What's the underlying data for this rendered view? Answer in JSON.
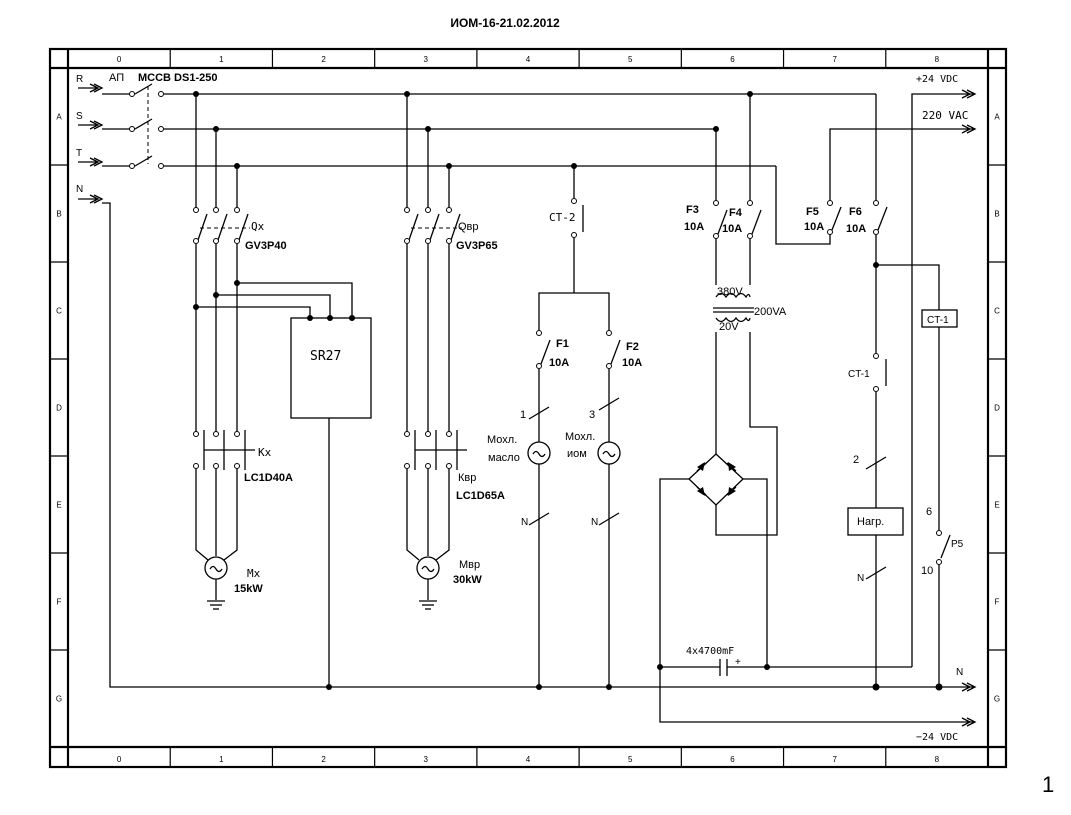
{
  "document_title": "ИОМ-16-21.02.2012",
  "page_number": "1",
  "frame": {
    "columns": [
      "0",
      "1",
      "2",
      "3",
      "4",
      "5",
      "6",
      "7",
      "8"
    ],
    "rows": [
      "A",
      "B",
      "C",
      "D",
      "E",
      "F",
      "G"
    ]
  },
  "inputs": {
    "phase_r": "R",
    "phase_s": "S",
    "phase_t": "T",
    "neutral": "N",
    "breaker_ref": "АП",
    "breaker_model": "MCCB DS1-250"
  },
  "outputs": {
    "plus24": "+24 VDC",
    "ac220": "220 VAC",
    "neutral": "N",
    "minus24": "−24 VDC"
  },
  "motor_x": {
    "breaker_ref": "Qx",
    "breaker_model": "GV3P40",
    "contactor_ref": "Kx",
    "contactor_model": "LC1D40A",
    "motor_ref": "Mx",
    "motor_power": "15kW"
  },
  "relay": {
    "label": "SR27"
  },
  "motor_vr": {
    "breaker_ref": "Qвр",
    "breaker_model": "GV3P65",
    "contactor_ref": "Квр",
    "contactor_model": "LC1D65A",
    "motor_ref": "Мвр",
    "motor_power": "30kW"
  },
  "fans": {
    "contact_ref": "CT-2",
    "f1_ref": "F1",
    "f1_rating": "10A",
    "f2_ref": "F2",
    "f2_rating": "10A",
    "wire1": "1",
    "wire3": "3",
    "oil_fan_line1": "Мохл.",
    "oil_fan_line2": "масло",
    "iom_fan_line1": "Мохл.",
    "iom_fan_line2": "иом",
    "n_label_1": "N",
    "n_label_2": "N"
  },
  "power_supply": {
    "f3_ref": "F3",
    "f3_rating": "10A",
    "f4_ref": "F4",
    "f4_rating": "10A",
    "primary_voltage": "380V",
    "secondary_voltage": "20V",
    "transformer_power": "200VA",
    "capacitors": "4x4700mF",
    "cap_polarity": "+"
  },
  "heater": {
    "f5_ref": "F5",
    "f5_rating": "10A",
    "f6_ref": "F6",
    "f6_rating": "10A",
    "sensor_box": "CT-1",
    "contact_ref": "CT-1",
    "wire2": "2",
    "load_label": "Нагр.",
    "n_label": "N",
    "wire6": "6",
    "wire10": "10",
    "p5_ref": "P5"
  }
}
